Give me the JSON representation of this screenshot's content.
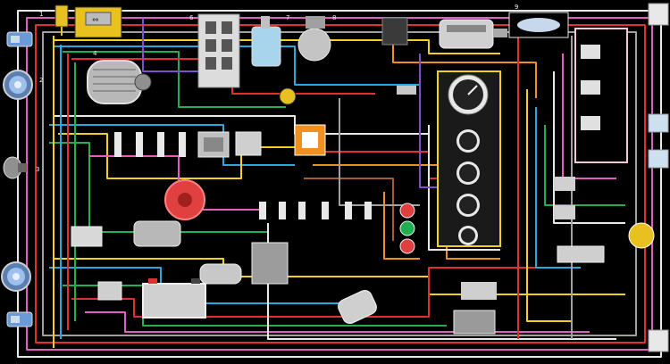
{
  "diagram": {
    "palette": {
      "background": "#000000",
      "wire_white": "#e8e8e8",
      "wire_red": "#e03030",
      "wire_yellow": "#f0d020",
      "wire_blue": "#2aa8e0",
      "wire_green": "#20b050",
      "wire_pink": "#e060c0",
      "wire_orange": "#f09020",
      "wire_grey": "#a0a0a0",
      "wire_brown": "#a06030",
      "wire_violet": "#8050d0",
      "component_grey": "#b8b8b8",
      "component_dark": "#404040",
      "ignition_red": "#e04040",
      "fuse_yellow": "#e8c020",
      "lamp_blue": "#7ab8ff",
      "frame_pink": "#f2c8d8"
    },
    "components": [
      {
        "id": "headlamp-left-upper",
        "icon": "headlamp-icon"
      },
      {
        "id": "headlamp-left-lower",
        "icon": "headlamp-icon"
      },
      {
        "id": "side-repeater-left",
        "icon": "lamp-icon"
      },
      {
        "id": "fog-lamp-left",
        "icon": "lamp-icon"
      },
      {
        "id": "horn-left",
        "icon": "horn-icon"
      },
      {
        "id": "generator",
        "icon": "alternator-icon"
      },
      {
        "id": "voltage-regulator",
        "icon": "relay-box-icon"
      },
      {
        "id": "fuse-block",
        "icon": "fuse-block-icon"
      },
      {
        "id": "washer-reservoir",
        "icon": "reservoir-icon"
      },
      {
        "id": "wiper-motor",
        "icon": "motor-icon"
      },
      {
        "id": "heater-motor",
        "icon": "motor-icon"
      },
      {
        "id": "spark-plugs",
        "icon": "spark-plug-icon"
      },
      {
        "id": "ignition-coil",
        "icon": "coil-icon"
      },
      {
        "id": "distributor",
        "icon": "distributor-icon"
      },
      {
        "id": "starter-motor",
        "icon": "starter-icon"
      },
      {
        "id": "battery",
        "icon": "battery-icon"
      },
      {
        "id": "ignition-switch",
        "icon": "key-switch-icon"
      },
      {
        "id": "speedometer",
        "icon": "gauge-icon"
      },
      {
        "id": "instrument-gauges",
        "icon": "gauge-icon"
      },
      {
        "id": "warning-lamps",
        "icon": "indicator-icon"
      },
      {
        "id": "dome-light",
        "icon": "dome-light-icon"
      },
      {
        "id": "combination-switch",
        "icon": "stalk-switch-icon"
      },
      {
        "id": "tail-lamp-right-upper",
        "icon": "tail-lamp-icon"
      },
      {
        "id": "tail-lamp-right-lower",
        "icon": "tail-lamp-icon"
      },
      {
        "id": "tail-lamp-right-middle",
        "icon": "tail-lamp-icon"
      },
      {
        "id": "door-switches",
        "icon": "switch-icon"
      },
      {
        "id": "fuel-sender",
        "icon": "fuel-sender-icon"
      },
      {
        "id": "rear-lamp-cluster",
        "icon": "connector-icon"
      },
      {
        "id": "fuse-panel-right",
        "icon": "relay-icon"
      }
    ]
  }
}
